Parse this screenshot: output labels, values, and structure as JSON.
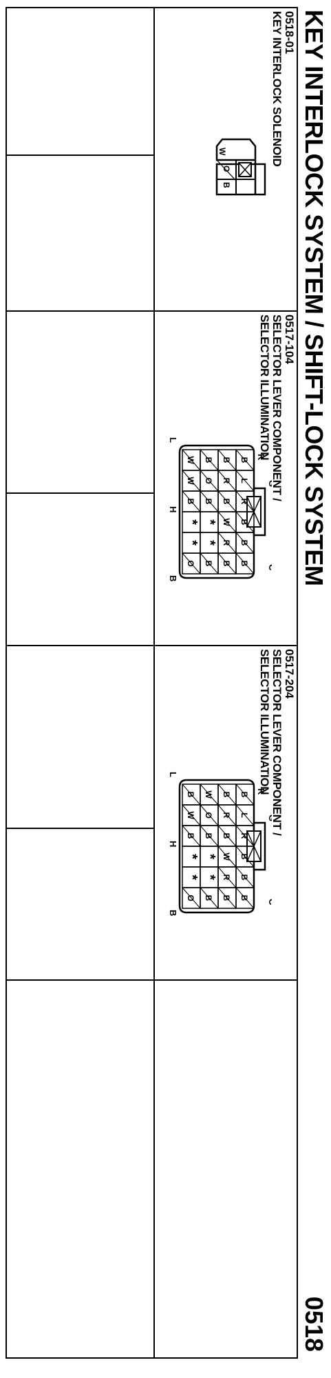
{
  "page": {
    "title": "KEY INTERLOCK SYSTEM / SHIFT-LOCK SYSTEM",
    "number": "0518"
  },
  "connectors": [
    {
      "code": "0518-01",
      "name_lines": [
        "KEY INTERLOCK SOLENOID"
      ],
      "pins": [
        "B",
        "O",
        "W"
      ]
    },
    {
      "code": "0517-104",
      "name_lines": [
        "SELECTOR LEVER COMPONENT /",
        "SELECTOR ILLUMINATION"
      ],
      "markers": {
        "k": "K",
        "g": "G",
        "c": "C",
        "l": "L",
        "h": "H",
        "b": "B"
      },
      "row1": [
        "B",
        "L",
        "R",
        "B",
        "B",
        "B"
      ],
      "row2": [
        "B",
        "R",
        "B",
        "W",
        "R",
        "B"
      ],
      "row3": [
        "B",
        "O",
        "B",
        "*",
        "*",
        "B"
      ],
      "row4": [
        "W",
        "W",
        "B",
        "*",
        "*",
        "O"
      ]
    },
    {
      "code": "0517-204",
      "name_lines": [
        "SELECTOR LEVER COMPONENT /",
        "SELECTOR ILLUMINATION"
      ],
      "markers": {
        "k": "K",
        "g": "G",
        "c": "C",
        "l": "L",
        "h": "H",
        "b": "B"
      },
      "row1": [
        "B",
        "L",
        "R",
        "B",
        "B",
        "B"
      ],
      "row2": [
        "B",
        "R",
        "B",
        "W",
        "R",
        "B"
      ],
      "row3": [
        "W",
        "O",
        "B",
        "*",
        "*",
        "B"
      ],
      "row4": [
        "B",
        "W",
        "B",
        "*",
        "*",
        "O"
      ]
    }
  ]
}
